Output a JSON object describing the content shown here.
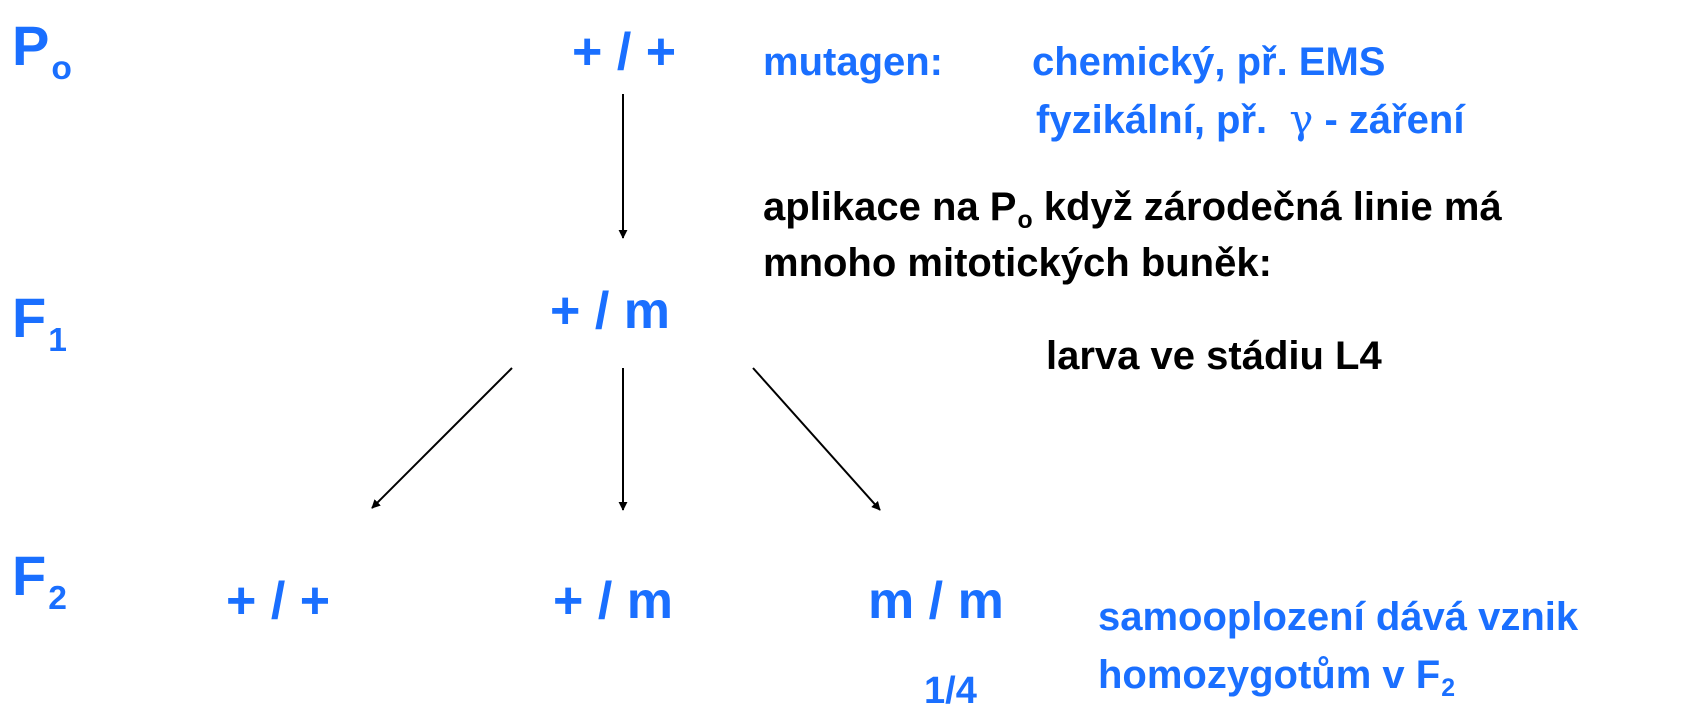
{
  "generations": {
    "p0": {
      "letter": "P",
      "sub": "o"
    },
    "f1": {
      "letter": "F",
      "sub": "1"
    },
    "f2": {
      "letter": "F",
      "sub": "2"
    }
  },
  "genotypes": {
    "p0": "+ / +",
    "f1": "+ / m",
    "f2_left": "+ / +",
    "f2_mid": "+ / m",
    "f2_right": "m / m"
  },
  "ratio": "1/4",
  "mutagen": {
    "label": "mutagen:",
    "chemical": "chemický, př. EMS",
    "physical_prefix": "fyzikální, př.",
    "physical_symbol": "γ",
    "physical_suffix": "- záření"
  },
  "application": {
    "line1_prefix": "aplikace na P",
    "line1_sub": "o",
    "line1_suffix": "když zárodečná linie má",
    "line2": "mnoho mitotických buněk:"
  },
  "stage": "larva ve stádiu L4",
  "selfing": {
    "line1": "samooplození dává vznik",
    "line2_prefix": "homozygotům v F",
    "line2_sub": "2"
  },
  "colors": {
    "accent": "#1a6fff",
    "text": "#000000"
  }
}
